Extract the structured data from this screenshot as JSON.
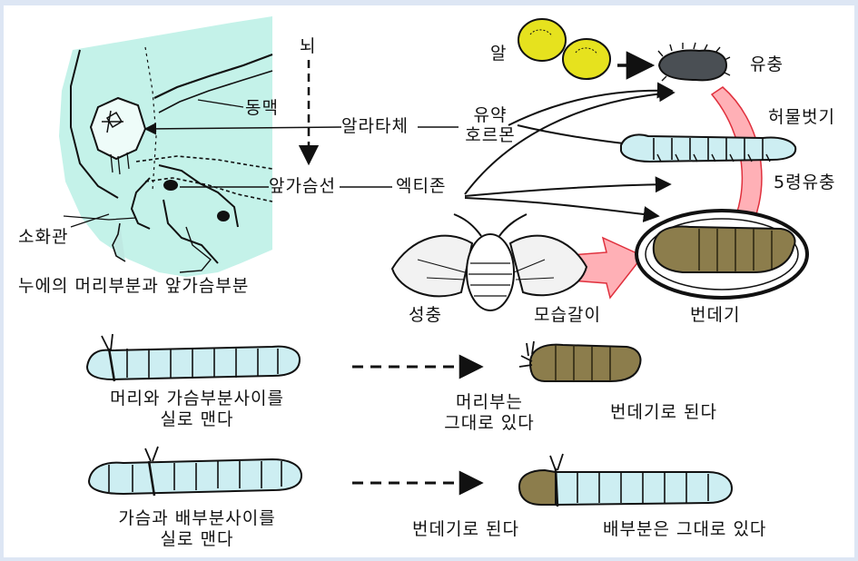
{
  "colors": {
    "frame": "#dde6f4",
    "aqua": "#c4f2e9",
    "larva": "#cdeef2",
    "egg": "#e6e21e",
    "pupa": "#8c7d4c",
    "arrow_red": "#ff6f7a"
  },
  "head_diagram": {
    "brain": "뇌",
    "aorta": "동맥",
    "corpus_allatum": "알라타체",
    "prothoracic_gland": "앞가슴선",
    "digestive_tube": "소화관",
    "caption": "누에의 머리부분과 앞가슴부분"
  },
  "hormones": {
    "juvenile_l1": "유약",
    "juvenile_l2": "호르몬",
    "ecdysone": "엑티존"
  },
  "life_cycle": {
    "egg": "알",
    "larva": "유충",
    "molting": "허물벗기",
    "fifth_instar": "5령유충",
    "pupa": "번데기",
    "metamorphosis": "모습갈이",
    "adult": "성충"
  },
  "experiment_1": {
    "caption_l1": "머리와 가슴부분사이를",
    "caption_l2": "실로 맨다",
    "result1_l1": "머리부는",
    "result1_l2": "그대로 있다",
    "result2": "번데기로 된다"
  },
  "experiment_2": {
    "caption_l1": "가슴과 배부분사이를",
    "caption_l2": "실로 맨다",
    "result1": "번데기로 된다",
    "result2": "배부분은 그대로 있다"
  }
}
